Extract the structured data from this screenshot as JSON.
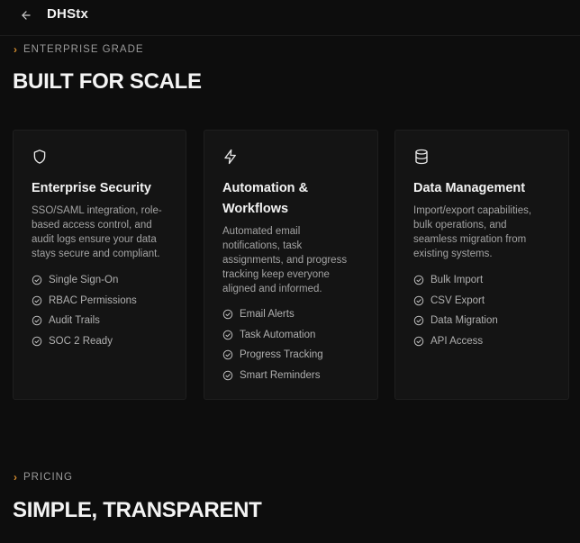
{
  "header": {
    "brand": "DHStx",
    "back_icon": "arrow-left-icon"
  },
  "features_section": {
    "eyebrow": "ENTERPRISE GRADE",
    "heading": "BUILT FOR SCALE",
    "cards": [
      {
        "icon": "shield-icon",
        "title": "Enterprise Security",
        "description": "SSO/SAML integration, role-based access control, and audit logs ensure your data stays secure and compliant.",
        "items": [
          "Single Sign-On",
          "RBAC Permissions",
          "Audit Trails",
          "SOC 2 Ready"
        ]
      },
      {
        "icon": "lightning-icon",
        "title": "Automation & Workflows",
        "description": "Automated email notifications, task assignments, and progress tracking keep everyone aligned and informed.",
        "items": [
          "Email Alerts",
          "Task Automation",
          "Progress Tracking",
          "Smart Reminders"
        ]
      },
      {
        "icon": "database-icon",
        "title": "Data Management",
        "description": "Import/export capabilities, bulk operations, and seamless migration from existing systems.",
        "items": [
          "Bulk Import",
          "CSV Export",
          "Data Migration",
          "API Access"
        ]
      }
    ]
  },
  "pricing_section": {
    "eyebrow": "PRICING",
    "heading": "SIMPLE, TRANSPARENT"
  },
  "colors": {
    "background": "#0d0d0d",
    "card": "#141414",
    "accent": "#d08a2e",
    "muted_text": "#a3a3a3"
  }
}
